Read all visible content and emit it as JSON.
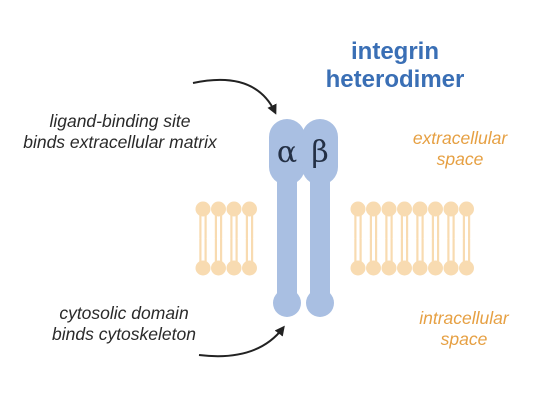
{
  "title": {
    "line1": "integrin",
    "line2": "heterodimer"
  },
  "annotations": {
    "ligand": {
      "line1": "ligand-binding site",
      "line2": "binds extracellular matrix"
    },
    "cytosolic": {
      "line1": "cytosolic domain",
      "line2": "binds cytoskeleton"
    }
  },
  "regions": {
    "extracellular": {
      "line1": "extracellular",
      "line2": "space"
    },
    "intracellular": {
      "line1": "intracellular",
      "line2": "space"
    }
  },
  "subunits": {
    "alpha": "α",
    "beta": "β"
  },
  "colors": {
    "title": "#3a6fb5",
    "protein": "#a9bfe2",
    "membrane": "#f8dbb1",
    "region_text": "#e6a043",
    "note_text": "#2a2a2a",
    "arrow": "#222222"
  }
}
